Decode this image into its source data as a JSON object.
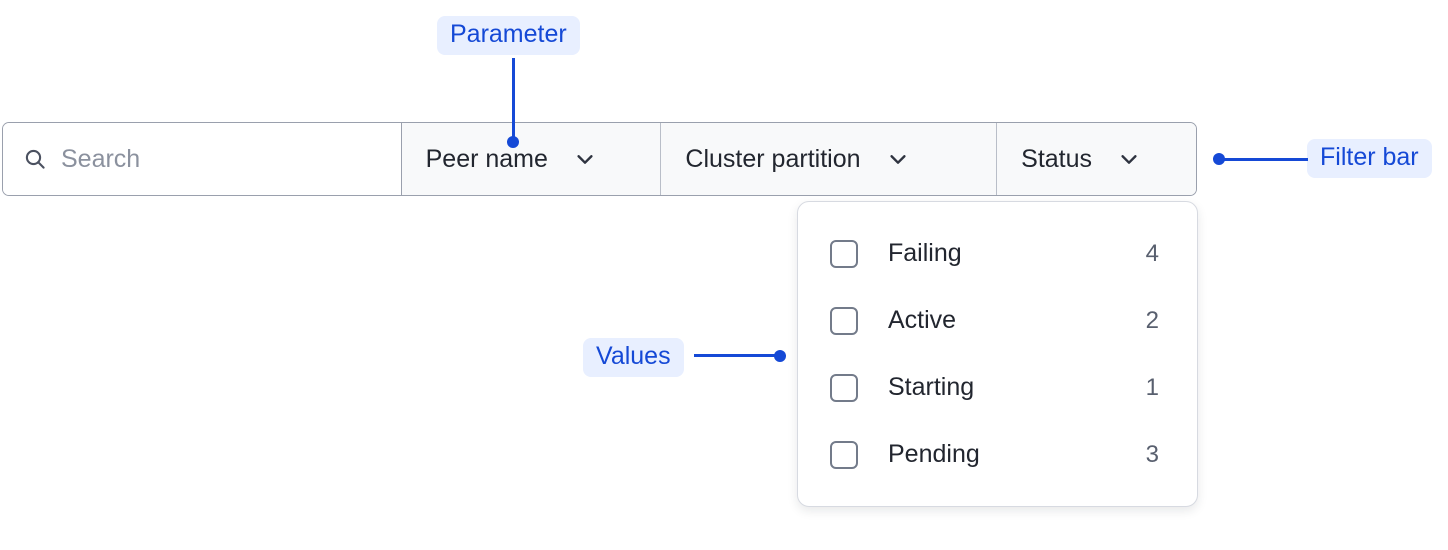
{
  "filter_bar": {
    "search": {
      "icon": "search-icon",
      "placeholder": "Search",
      "value": ""
    },
    "filters": [
      {
        "label": "Peer name",
        "icon": "chevron-down-icon"
      },
      {
        "label": "Cluster partition",
        "icon": "chevron-down-icon"
      },
      {
        "label": "Status",
        "icon": "chevron-down-icon"
      }
    ]
  },
  "dropdown": {
    "options": [
      {
        "label": "Failing",
        "count": "4",
        "checked": false
      },
      {
        "label": "Active",
        "count": "2",
        "checked": false
      },
      {
        "label": "Starting",
        "count": "1",
        "checked": false
      },
      {
        "label": "Pending",
        "count": "3",
        "checked": false
      }
    ]
  },
  "annotations": [
    {
      "label": "Parameter"
    },
    {
      "label": "Values"
    },
    {
      "label": "Filter bar"
    }
  ],
  "colors": {
    "annotation_text": "#1549d6",
    "annotation_bg": "#e8efff",
    "bar_border": "#9aa0ad",
    "cell_bg": "#f8f9fa",
    "text": "#22262f",
    "placeholder": "#8b919e",
    "count_text": "#585f6e"
  }
}
